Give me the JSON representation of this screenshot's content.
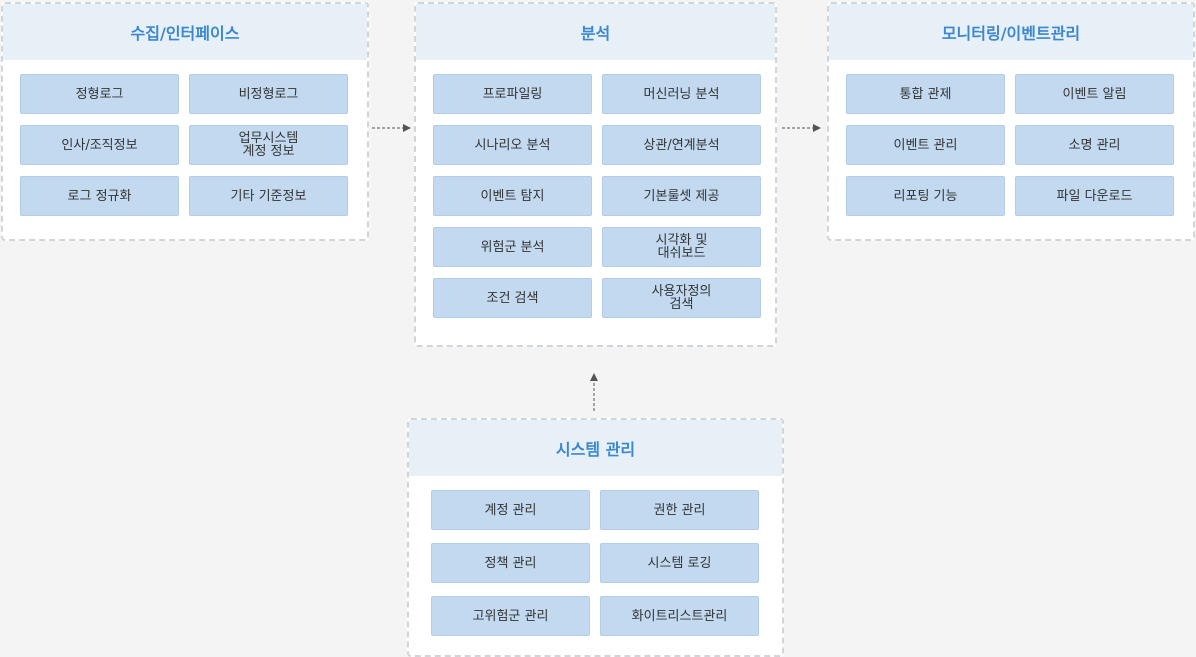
{
  "panels": {
    "collection": {
      "title": "수집/인터페이스",
      "items": [
        "정형로그",
        "비정형로그",
        "인사/조직정보",
        "업무시스템\n계정 정보",
        "로그 정규화",
        "기타 기준정보"
      ]
    },
    "analysis": {
      "title": "분석",
      "items": [
        "프로파일링",
        "머신러닝 분석",
        "시나리오 분석",
        "상관/연계분석",
        "이벤트 탐지",
        "기본룰셋 제공",
        "위험군 분석",
        "시각화 및\n대쉬보드",
        "조건 검색",
        "사용자정의\n검색"
      ]
    },
    "monitoring": {
      "title": "모니터링/이벤트관리",
      "items": [
        "통합 관제",
        "이벤트 알림",
        "이벤트 관리",
        "소명 관리",
        "리포팅 기능",
        "파일 다운로드"
      ]
    },
    "system": {
      "title": "시스템 관리",
      "items": [
        "계정 관리",
        "권한 관리",
        "정책 관리",
        "시스템 로깅",
        "고위험군 관리",
        "화이트리스트관리"
      ]
    }
  }
}
